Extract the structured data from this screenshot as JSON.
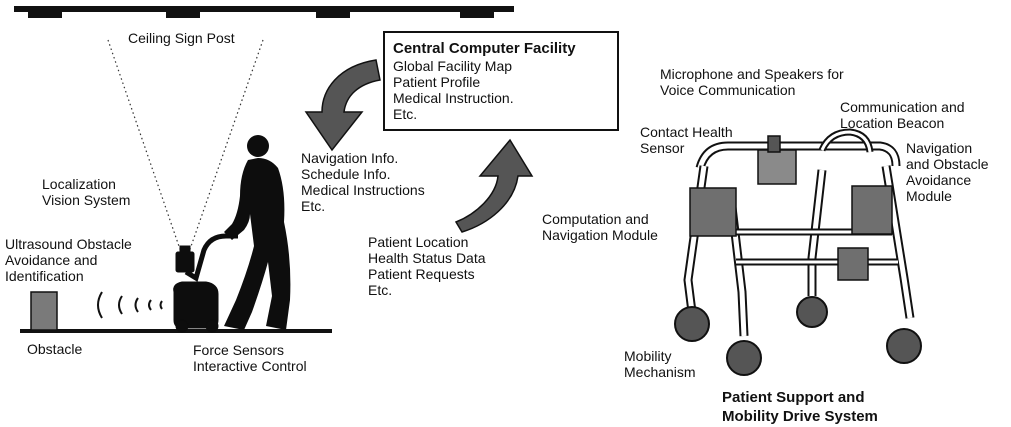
{
  "colors": {
    "ink": "#111111",
    "silhouette": "#0d0d0d",
    "gray": "#7a7a7a",
    "light": "#bdbdbd",
    "bg": "#ffffff"
  },
  "labels": {
    "ceiling_sign_post": "Ceiling Sign Post",
    "localization_vision": "Localization\nVision System",
    "ultrasound": "Ultrasound Obstacle\nAvoidance and\nIdentification",
    "obstacle": "Obstacle",
    "force_sensors": "Force Sensors\nInteractive Control",
    "navigation_info": "Navigation Info.\nSchedule Info.\nMedical Instructions\nEtc.",
    "patient_location": "Patient Location\nHealth Status Data\nPatient Requests\nEtc.",
    "microphone": "Microphone and Speakers for\nVoice Communication",
    "communication_beacon": "Communication and\nLocation Beacon",
    "contact_health": "Contact Health\nSensor",
    "navigation_obstacle": "Navigation\nand Obstacle\nAvoidance\nModule",
    "computation_nav": "Computation and\nNavigation Module",
    "mobility_mechanism": "Mobility\nMechanism",
    "patient_support": "Patient Support and\nMobility Drive System"
  },
  "central": {
    "title": "Central Computer Facility",
    "lines": [
      "Global Facility Map",
      "Patient Profile",
      "Medical Instruction.",
      "Etc."
    ]
  }
}
